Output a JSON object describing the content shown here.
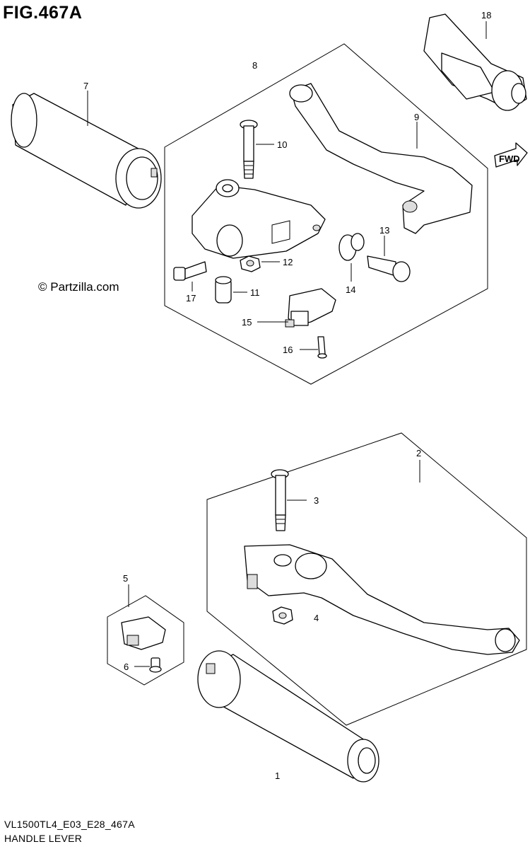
{
  "figure": {
    "title": "FIG.467A",
    "copyright": "© Partzilla.com",
    "model_code": "VL1500TL4_E03_E28_467A",
    "section_name": "HANDLE LEVER",
    "fwd_label": "FWD"
  },
  "callouts": {
    "c1": "1",
    "c2": "2",
    "c3": "3",
    "c4": "4",
    "c5": "5",
    "c6": "6",
    "c7": "7",
    "c8": "8",
    "c9": "9",
    "c10": "10",
    "c11": "11",
    "c12": "12",
    "c13": "13",
    "c14": "14",
    "c15": "15",
    "c16": "16",
    "c17": "17",
    "c18": "18"
  }
}
